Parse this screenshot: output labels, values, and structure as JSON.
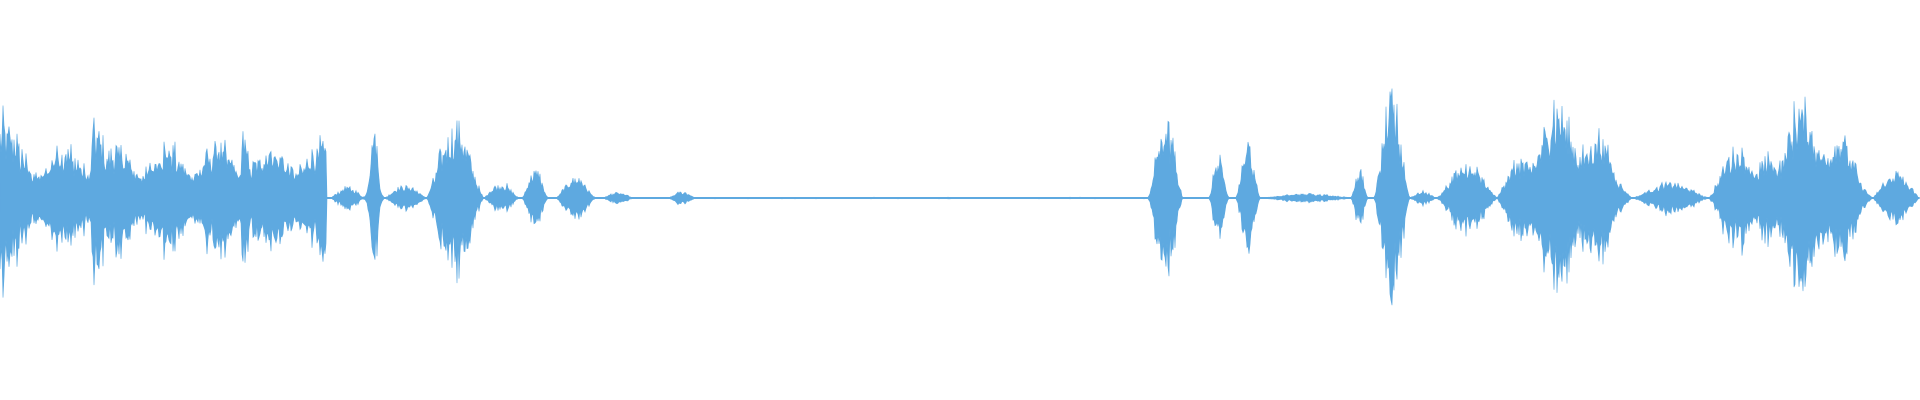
{
  "waveform": {
    "color": "#5ea9e0",
    "background": "#ffffff",
    "segments": [
      {
        "start": 0.0,
        "end": 0.17,
        "peak": 0.82,
        "kind": "dense"
      },
      {
        "start": 0.172,
        "end": 0.19,
        "peak": 0.1,
        "kind": "speech"
      },
      {
        "start": 0.19,
        "end": 0.2,
        "peak": 0.66,
        "kind": "spike"
      },
      {
        "start": 0.2,
        "end": 0.222,
        "peak": 0.12,
        "kind": "speech"
      },
      {
        "start": 0.222,
        "end": 0.252,
        "peak": 0.65,
        "kind": "speech"
      },
      {
        "start": 0.252,
        "end": 0.27,
        "peak": 0.14,
        "kind": "speech"
      },
      {
        "start": 0.272,
        "end": 0.285,
        "peak": 0.27,
        "kind": "speech"
      },
      {
        "start": 0.29,
        "end": 0.31,
        "peak": 0.2,
        "kind": "speech"
      },
      {
        "start": 0.314,
        "end": 0.33,
        "peak": 0.05,
        "kind": "speech"
      },
      {
        "start": 0.348,
        "end": 0.362,
        "peak": 0.06,
        "kind": "speech"
      },
      {
        "start": 0.362,
        "end": 0.598,
        "peak": 0.006,
        "kind": "silence"
      },
      {
        "start": 0.598,
        "end": 0.616,
        "peak": 0.68,
        "kind": "speech"
      },
      {
        "start": 0.63,
        "end": 0.64,
        "peak": 0.4,
        "kind": "speech"
      },
      {
        "start": 0.644,
        "end": 0.656,
        "peak": 0.5,
        "kind": "speech"
      },
      {
        "start": 0.656,
        "end": 0.706,
        "peak": 0.04,
        "kind": "speech"
      },
      {
        "start": 0.704,
        "end": 0.712,
        "peak": 0.25,
        "kind": "speech"
      },
      {
        "start": 0.716,
        "end": 0.734,
        "peak": 0.88,
        "kind": "speech"
      },
      {
        "start": 0.734,
        "end": 0.748,
        "peak": 0.06,
        "kind": "speech"
      },
      {
        "start": 0.748,
        "end": 0.78,
        "peak": 0.3,
        "kind": "speech"
      },
      {
        "start": 0.78,
        "end": 0.85,
        "peak": 0.9,
        "kind": "swell"
      },
      {
        "start": 0.85,
        "end": 0.89,
        "peak": 0.14,
        "kind": "speech"
      },
      {
        "start": 0.89,
        "end": 0.92,
        "peak": 0.46,
        "kind": "speech"
      },
      {
        "start": 0.91,
        "end": 0.975,
        "peak": 0.95,
        "kind": "swell"
      },
      {
        "start": 0.975,
        "end": 1.0,
        "peak": 0.24,
        "kind": "speech"
      }
    ]
  }
}
